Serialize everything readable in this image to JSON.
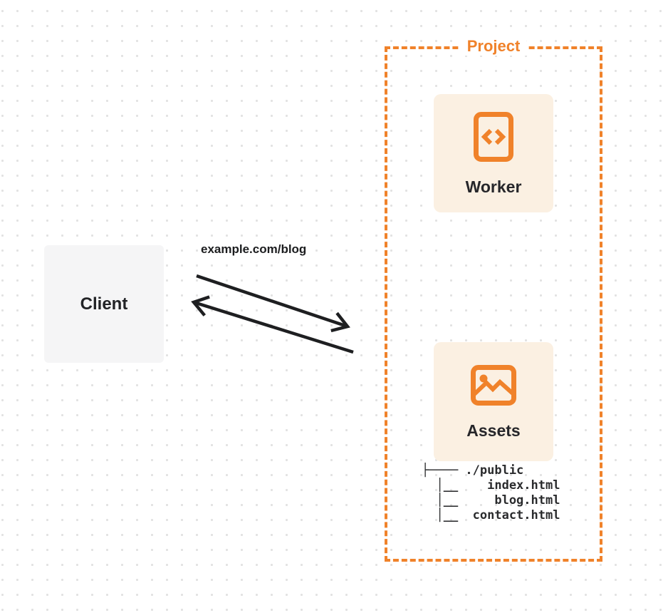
{
  "title": "Client to Project routing diagram",
  "colors": {
    "accent_orange": "#F0822A",
    "card_background": "#FBF0E2",
    "client_background": "#F5F5F6",
    "ink": "#202225",
    "arrow": "#1E1F21",
    "dot_grid": "#E2E2E2"
  },
  "client": {
    "label": "Client"
  },
  "request": {
    "label": "example.com/blog"
  },
  "arrows": {
    "to_project": "client-to-project-arrow",
    "to_client": "project-to-client-arrow"
  },
  "project": {
    "label": "Project",
    "cards": [
      {
        "label": "Worker",
        "icon": "code-file-icon"
      },
      {
        "label": "Assets",
        "icon": "image-icon"
      }
    ],
    "file_tree_text": "├──── ./public\n  │__    index.html\n  │__     blog.html\n  │__  contact.html"
  }
}
